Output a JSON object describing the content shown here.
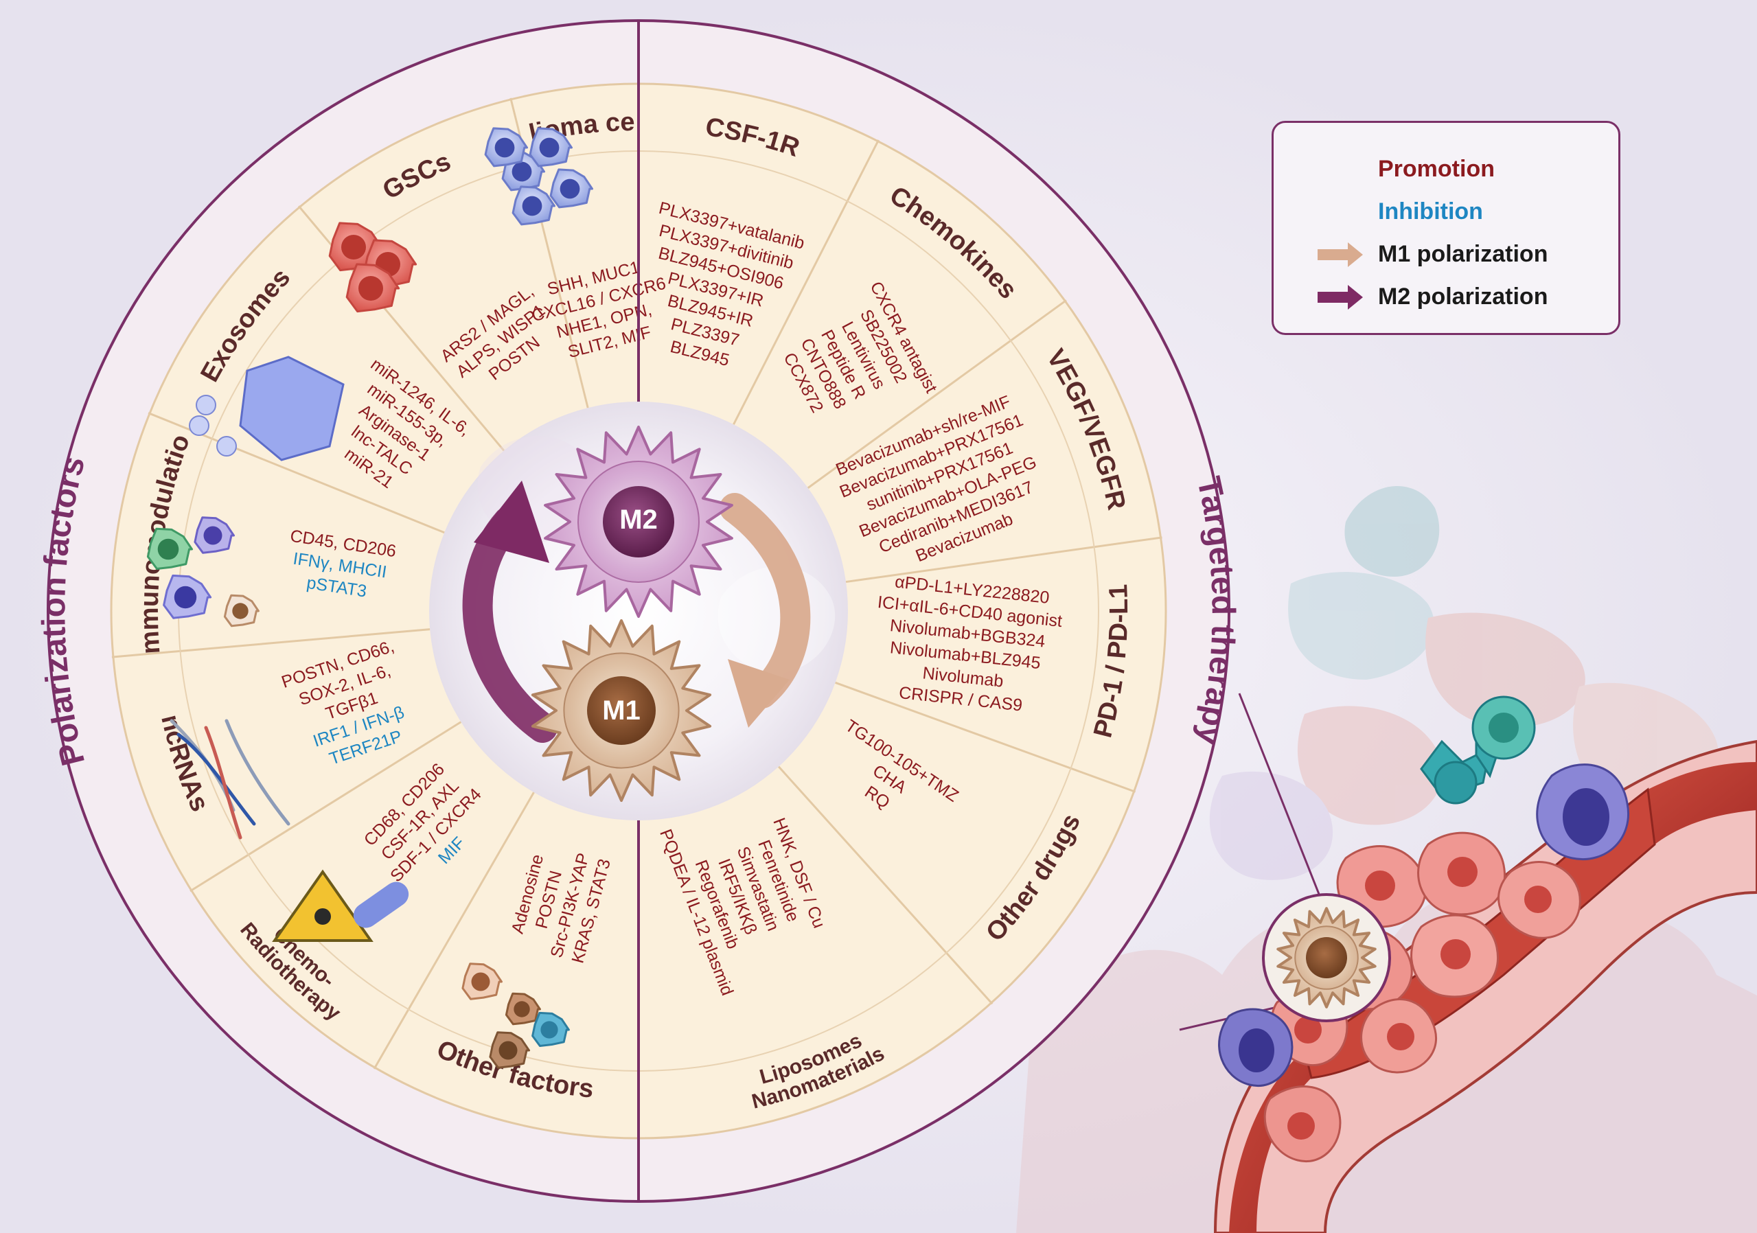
{
  "colors": {
    "promotion": "#8b1a1f",
    "inhibition": "#1e86c2",
    "ring_border": "#7a2f67",
    "sector_fill": "#fbf0dc",
    "ring_fill": "#f4ecf2",
    "m1_arrow": "#d9ab8f",
    "m2_arrow": "#7e2a64"
  },
  "rings": {
    "left_label": "Polarization factors",
    "right_label": "Targeted therapy"
  },
  "legend": {
    "promotion": "Promotion",
    "inhibition": "Inhibition",
    "m1": "M1 polarization",
    "m2": "M2 polarization"
  },
  "center": {
    "m2_label": "M2",
    "m1_label": "M1"
  },
  "sectors": [
    {
      "id": "csf1r",
      "title": "CSF-1R",
      "promotion": [
        "PLX3397+vatalanib",
        "PLX3397+divitinib",
        "BLZ945+OSI906",
        "PLX3397+IR",
        "BLZ945+IR",
        "PLZ3397",
        "BLZ945"
      ],
      "inhibition": []
    },
    {
      "id": "chemokines",
      "title": "Chemokines",
      "promotion": [
        "CXCR4 antagist",
        "SB225002",
        "Lentivirus",
        "Peptide R",
        "CNTO888",
        "CCX872"
      ],
      "inhibition": []
    },
    {
      "id": "vegf",
      "title": "VEGF/VEGFR",
      "promotion": [
        "Bevacizumab+sh/re-MIF",
        "Bevacizumab+PRX17561",
        "sunitinib+PRX17561",
        "Bevacizumab+OLA-PEG",
        "Cediranib+MEDI3617",
        "Bevacizumab"
      ],
      "inhibition": []
    },
    {
      "id": "pd1",
      "title": "PD-1 / PD-L1",
      "promotion": [
        "αPD-L1+LY2228820",
        "ICI+αIL-6+CD40 agonist",
        "Nivolumab+BGB324",
        "Nivolumab+BLZ945",
        "Nivolumab",
        "CRISPR / CAS9"
      ],
      "inhibition": []
    },
    {
      "id": "otherdrugs",
      "title": "Other drugs",
      "promotion": [
        "TG100-105+TMZ",
        "CHA",
        "RQ"
      ],
      "inhibition": []
    },
    {
      "id": "liposomes",
      "title": "Liposomes",
      "title2": "Nanomaterials",
      "promotion": [
        "HNK, DSF / Cu",
        "Fenretinide",
        "Simvastatin",
        "IRF5/IKKβ",
        "Regorafenib",
        "PQDEA / IL-12 plasmid"
      ],
      "inhibition": []
    },
    {
      "id": "otherfactors",
      "title": "Other factors",
      "promotion": [
        "Adenosine",
        "POSTN",
        "Src-PI3K-YAP",
        "KRAS, STAT3"
      ],
      "inhibition": []
    },
    {
      "id": "chemo",
      "title": "Chemo-",
      "title2": "Radiotherapy",
      "promotion": [
        "CD68, CD206",
        "CSF-1R, AXL",
        "SDF-1 / CXCR4"
      ],
      "inhibition": [
        "MIF"
      ]
    },
    {
      "id": "ncrnas",
      "title": "ncRNAs",
      "promotion": [
        "POSTN, CD66,",
        "SOX-2, IL-6,",
        "TGFβ1"
      ],
      "inhibition": [
        "IRF1 / IFN-β",
        "TERF21P"
      ]
    },
    {
      "id": "immuno",
      "title": "Immunomodulation",
      "promotion": [
        "CD45, CD206"
      ],
      "inhibition": [
        "IFNγ, MHCII",
        "pSTAT3"
      ]
    },
    {
      "id": "exosomes",
      "title": "Exosomes",
      "promotion": [
        "miR-1246, IL-6,",
        "miR-155-3p,",
        "Arginase-1",
        "lnc-TALC",
        "miR-21"
      ],
      "inhibition": []
    },
    {
      "id": "gscs",
      "title": "GSCs",
      "promotion": [
        "ARS2 / MAGL,",
        "ALPS, WISP1",
        "POSTN"
      ],
      "inhibition": []
    },
    {
      "id": "glioma",
      "title": "Glioma cell",
      "promotion": [
        "SHH, MUC1",
        "CXCL16 / CXCR6",
        "NHE1, OPN,",
        "SLIT2, MIF"
      ],
      "inhibition": []
    }
  ]
}
